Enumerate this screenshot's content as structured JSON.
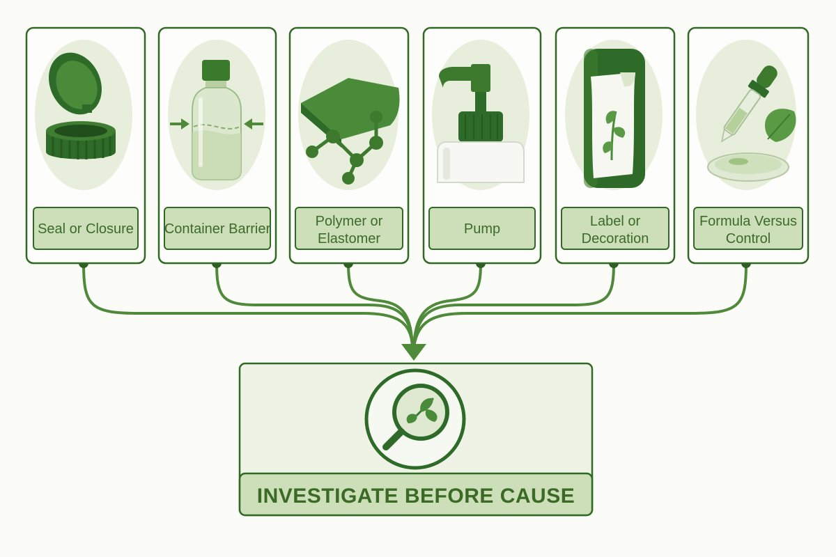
{
  "colors": {
    "stroke": "#2f6a24",
    "dark_green": "#3d7a2e",
    "light_green_fill": "#e4ecd8",
    "label_fill": "#cddfb9",
    "blob_fill": "#e7eedb",
    "card_bg": "#fdfdfb",
    "text": "#3b6a2a"
  },
  "components": [
    {
      "id": "seal",
      "label_lines": [
        "Seal or Closure"
      ],
      "icon": "jar-lid-icon"
    },
    {
      "id": "barrier",
      "label_lines": [
        "Container Barrier"
      ],
      "icon": "bottle-icon"
    },
    {
      "id": "polymer",
      "label_lines": [
        "Polymer or",
        "Elastomer"
      ],
      "icon": "molecule-icon"
    },
    {
      "id": "pump",
      "label_lines": [
        "Pump"
      ],
      "icon": "pump-bottle-icon"
    },
    {
      "id": "label",
      "label_lines": [
        "Label or",
        "Decoration"
      ],
      "icon": "label-tube-icon"
    },
    {
      "id": "formula",
      "label_lines": [
        "Formula Versus",
        "Control"
      ],
      "icon": "dropper-dish-icon"
    }
  ],
  "result": {
    "label": "INVESTIGATE BEFORE CAUSE",
    "icon": "magnifier-leaf-icon"
  }
}
